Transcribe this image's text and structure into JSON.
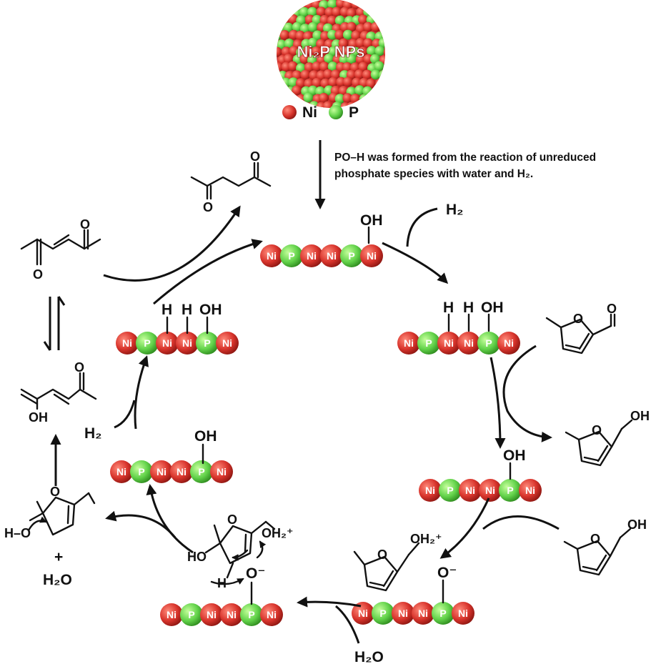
{
  "nanoparticle": {
    "label": "Ni₂P NPs",
    "legend_ni": "Ni",
    "legend_p": "P",
    "ni_color": "#d8342c",
    "p_color": "#62d24a"
  },
  "note": {
    "line1": "PO–H was formed from the reaction of unreduced",
    "line2": "phosphate species with water and H₂."
  },
  "reagents": {
    "h2": "H₂",
    "h2o": "H₂O",
    "plus": "+"
  },
  "surface": {
    "top": [
      "Ni",
      "P",
      "Ni",
      "Ni",
      "P",
      "Ni"
    ],
    "right_hydride": [
      "Ni",
      "P",
      "Ni",
      "Ni",
      "P",
      "Ni"
    ],
    "right_mid": [
      "Ni",
      "P",
      "Ni",
      "Ni",
      "P",
      "Ni"
    ],
    "bottom_right": [
      "Ni",
      "P",
      "Ni",
      "Ni",
      "P",
      "Ni"
    ],
    "bottom_left": [
      "Ni",
      "P",
      "Ni",
      "Ni",
      "P",
      "Ni"
    ],
    "left_mid": [
      "Ni",
      "P",
      "Ni",
      "Ni",
      "P",
      "Ni"
    ],
    "left_hydride": [
      "Ni",
      "P",
      "Ni",
      "Ni",
      "P",
      "Ni"
    ]
  },
  "surface_groups": {
    "oh": "OH",
    "h": "H",
    "o_minus": "O⁻"
  },
  "molecules": {
    "furan_o": "O",
    "oh": "OH",
    "oh2_plus": "OH₂⁺",
    "ketone_o": "O",
    "ho": "HO",
    "h": "H",
    "h_dash_o": "H–O"
  }
}
